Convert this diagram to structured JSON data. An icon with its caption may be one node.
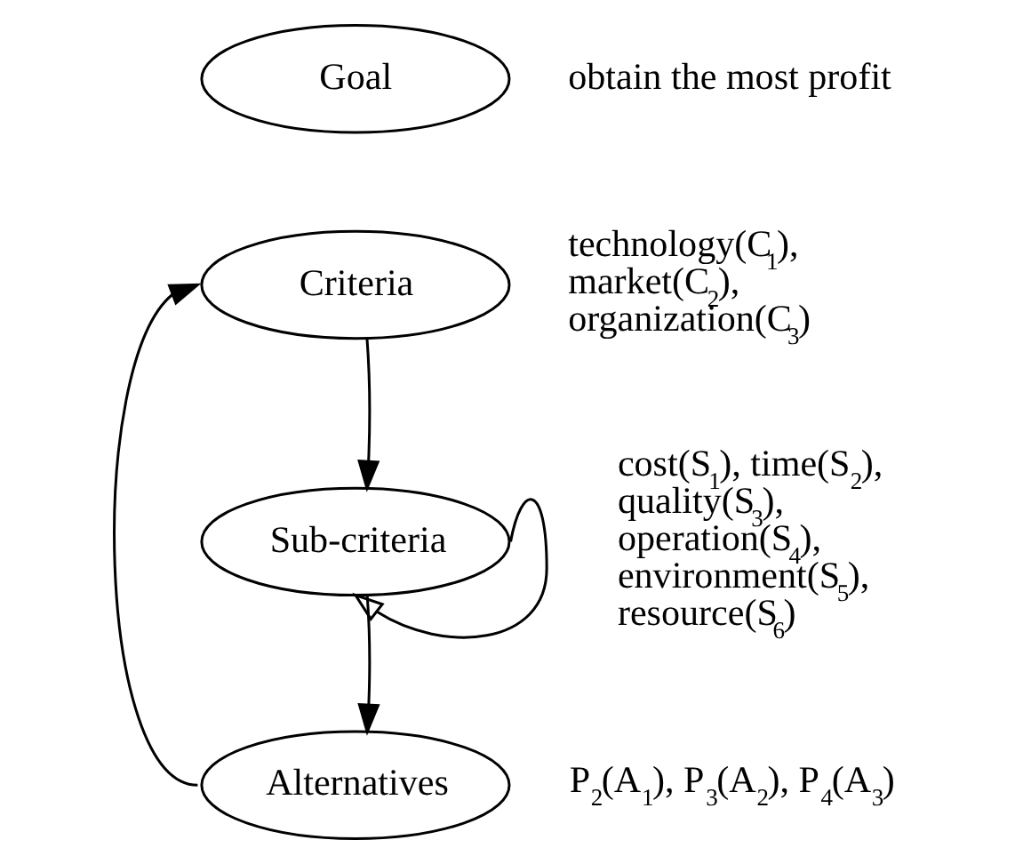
{
  "diagram": {
    "nodes": [
      {
        "text": [
          "Goal"
        ],
        "beside": [
          "obtain the most profit"
        ]
      },
      {
        "text": [
          "Criteria"
        ],
        "beside": [
          "technology(C$_{1}$), market(C$_{2}$), organization(C$_{3}$)"
        ]
      },
      {
        "text": [
          "Sub-criteria"
        ],
        "beside": [
          "cost(S$_{1}$), time(S$_{2}$), quality(S$_{3}$), operation(S$_{4}$), environment(S$_{5}$), resource(S$_{6}$)"
        ]
      },
      {
        "text": [
          "Alternatives"
        ],
        "beside": [
          "P$_{2}$(A$_{1}$), P$_{3}$(A$_{2}$), P$_{4}$(A$_{3}$)"
        ]
      }
    ],
    "edges": [
      {
        "from": 1,
        "to": 2,
        "arrow": "to"
      },
      {
        "from": 2,
        "to": 2,
        "arrow": "to"
      },
      {
        "from": 2,
        "to": 3,
        "arrow": "to"
      },
      {
        "from": 3,
        "to": 1,
        "arrow": "to"
      }
    ]
  }
}
